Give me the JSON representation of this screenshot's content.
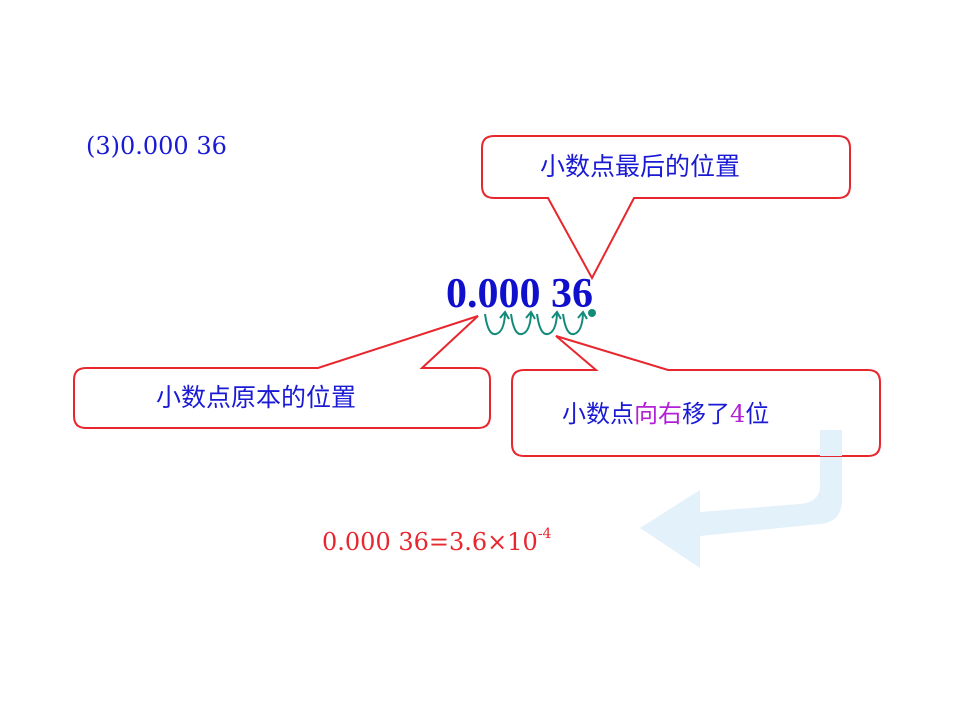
{
  "problem": {
    "label": "(3)0.000 36"
  },
  "number": {
    "value": "0.000 36"
  },
  "callouts": {
    "final_position": "小数点最后的位置",
    "original_position": "小数点原本的位置",
    "moved": {
      "prefix": "小数点",
      "direction": "向右",
      "verb": "移了",
      "count": "4",
      "suffix": "位"
    }
  },
  "result": {
    "base": "0.000 36=3.6×10",
    "exponent": "-4"
  },
  "colors": {
    "callout_border": "#e8262e",
    "number": "#1010cc",
    "arrow_hops": "#128a7a",
    "big_arrow": "#e3f1fb",
    "result": "#e8262e"
  },
  "icons": {
    "hop_arrows": "curved-hop-arrow-icon",
    "big_arrow": "return-arrow-icon"
  }
}
